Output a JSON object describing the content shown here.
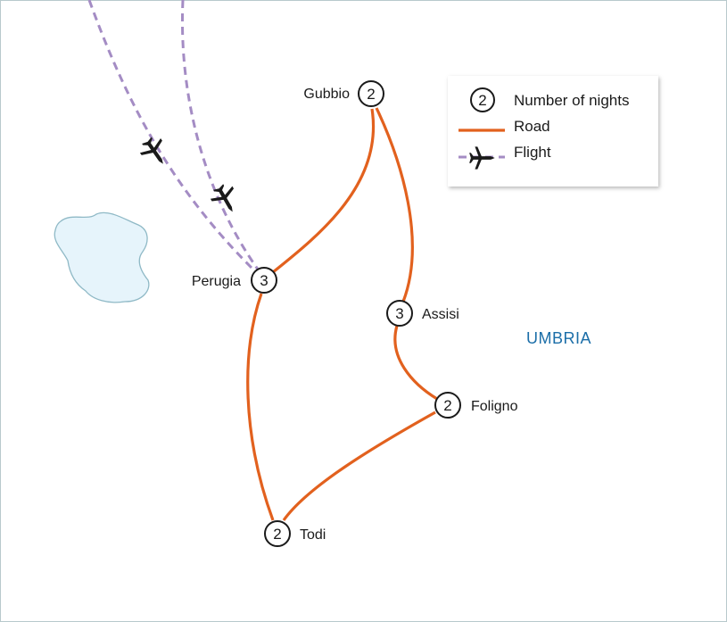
{
  "map": {
    "region_label": "UMBRIA",
    "colors": {
      "road": "#e2611e",
      "flight": "#a48cc4",
      "lake_fill": "#e6f4fb",
      "lake_stroke": "#8fb9c6",
      "region_text": "#1b6ea8",
      "border": "#b8c9cc"
    },
    "towns": [
      {
        "id": "gubbio",
        "name": "Gubbio",
        "nights": "2"
      },
      {
        "id": "perugia",
        "name": "Perugia",
        "nights": "3"
      },
      {
        "id": "assisi",
        "name": "Assisi",
        "nights": "3"
      },
      {
        "id": "foligno",
        "name": "Foligno",
        "nights": "2"
      },
      {
        "id": "todi",
        "name": "Todi",
        "nights": "2"
      }
    ]
  },
  "legend": {
    "nights_sample": "2",
    "nights_label": "Number of nights",
    "road_label": "Road",
    "flight_label": "Flight",
    "flight_icon": "airplane-icon"
  }
}
